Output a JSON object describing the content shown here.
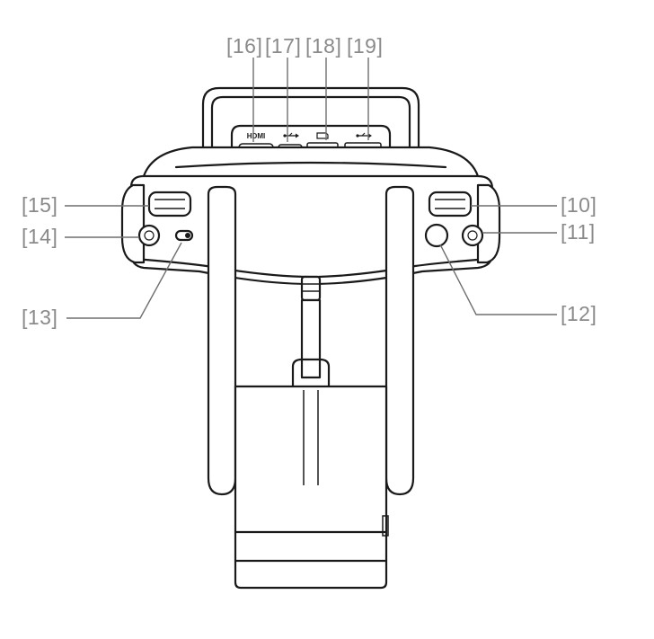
{
  "callouts": {
    "c10": "[10]",
    "c11": "[11]",
    "c12": "[12]",
    "c13": "[13]",
    "c14": "[14]",
    "c15": "[15]",
    "c16": "[16]",
    "c17": "[17]",
    "c18": "[18]",
    "c19": "[19]"
  },
  "port_labels": {
    "hdmi": "HDMI"
  },
  "colors": {
    "line": "#1a1a1a",
    "callout_text": "#8a8a8a",
    "leader": "#6f6f6f",
    "background": "#ffffff"
  },
  "icons": [
    "usb-icon",
    "sd-card-icon",
    "usb-icon"
  ]
}
